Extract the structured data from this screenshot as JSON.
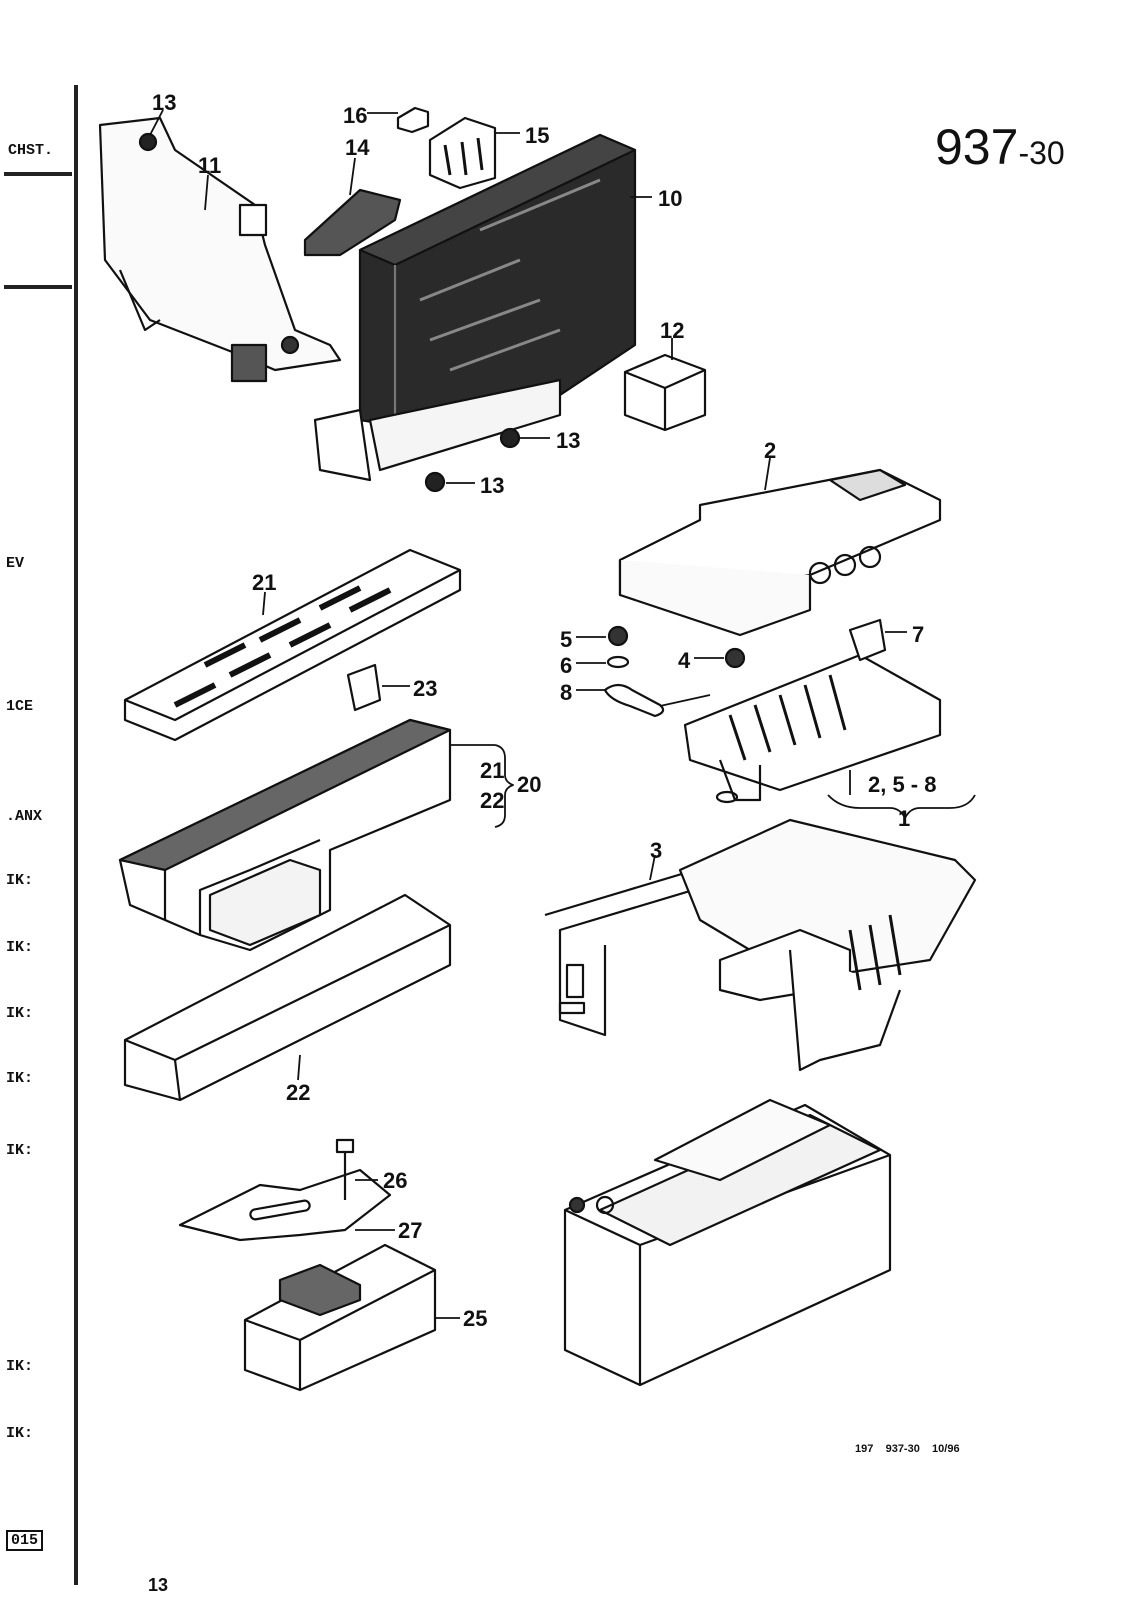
{
  "header": {
    "code_main": "937",
    "code_sub": "-30"
  },
  "left_column": {
    "labels": [
      "CHST.",
      "EV",
      "1CE",
      ".ANX",
      "IK:",
      "IK:",
      "IK:",
      "IK:",
      "IK:",
      "IK:",
      "IK:"
    ],
    "page_tag": "015"
  },
  "callouts": {
    "c13a": "13",
    "c16": "16",
    "c15": "15",
    "c14": "14",
    "c11": "11",
    "c10": "10",
    "c12": "12",
    "c13b": "13",
    "c13c": "13",
    "c2": "2",
    "c21": "21",
    "c23": "23",
    "c5": "5",
    "c6": "6",
    "c4": "4",
    "c8": "8",
    "c7": "7",
    "c21b": "21",
    "c22b": "22",
    "c20": "20",
    "c258": "2, 5 - 8",
    "c1": "1",
    "c3": "3",
    "c22": "22",
    "c26": "26",
    "c27": "27",
    "c25": "25"
  },
  "footer": {
    "ref": "197    937-30    10/96",
    "page_number": "13"
  }
}
